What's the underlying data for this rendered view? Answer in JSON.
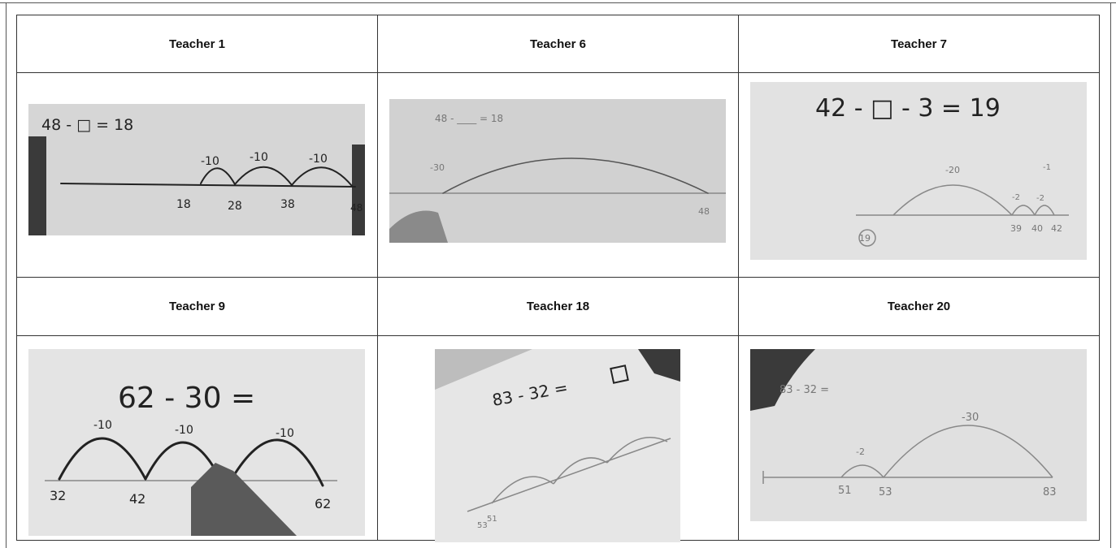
{
  "grid": {
    "row1": [
      {
        "label": "Teacher 1"
      },
      {
        "label": "Teacher 6"
      },
      {
        "label": "Teacher 7"
      }
    ],
    "row2": [
      {
        "label": "Teacher 9"
      },
      {
        "label": "Teacher 18"
      },
      {
        "label": "Teacher 20"
      }
    ]
  },
  "photos": {
    "t1": {
      "equation": "48 - □ = 18",
      "jumps": [
        "-10",
        "-10",
        "-10"
      ],
      "marks": [
        "18",
        "28",
        "38",
        "48"
      ]
    },
    "t6": {
      "equation": "48 - ____ = 18",
      "jump": "-30",
      "marks": [
        "48"
      ]
    },
    "t7": {
      "equation": "42 - □ - 3 = 19",
      "jumps": [
        "-20",
        "-2",
        "-2",
        "-1"
      ],
      "marks": [
        "19",
        "39",
        "40",
        "42"
      ]
    },
    "t9": {
      "equation": "62 - 30 =",
      "jumps": [
        "-10",
        "-10",
        "-10"
      ],
      "marks": [
        "32",
        "42",
        "62"
      ]
    },
    "t18": {
      "equation": "83 - 32 =",
      "marks": [
        "53",
        "51"
      ]
    },
    "t20": {
      "equation": "83 - 32 =",
      "jumps": [
        "-2",
        "-30"
      ],
      "marks": [
        "51",
        "53",
        "83"
      ]
    }
  }
}
